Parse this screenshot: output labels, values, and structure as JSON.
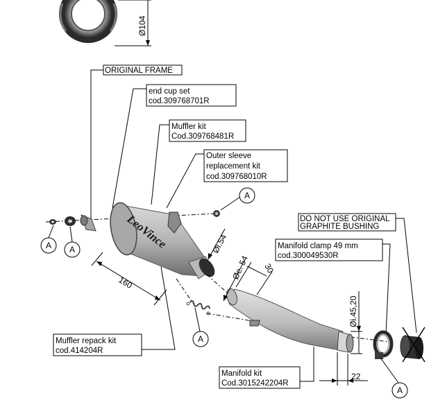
{
  "labels": {
    "original_frame": "ORIGINAL FRAME",
    "end_cup_name": "end cup set",
    "end_cup_code": "cod.309768701R",
    "muffler_kit_name": "Muffler kit",
    "muffler_kit_code": "Cod.309768481R",
    "outer_sleeve_line1": "Outer sleeve",
    "outer_sleeve_line2": "replacement kit",
    "outer_sleeve_code": "cod.309768010R",
    "do_not_use_line1": "DO NOT USE ORIGINAL",
    "do_not_use_line2": "GRAPHITE BUSHING",
    "manifold_clamp_name": "Manifold clamp 49 mm",
    "manifold_clamp_code": "cod.300049530R",
    "repack_name": "Muffler repack kit",
    "repack_code": "cod.414204R",
    "manifold_kit_name": "Manifold kit",
    "manifold_kit_code": "Cod.3015242204R"
  },
  "dimensions": {
    "end_cap_diameter": "Ø104",
    "muffler_length": "160",
    "outlet_inner_diameter": "Øi.54",
    "inlet_outer_diameter": "Øe. 54",
    "inlet_length": "30",
    "manifold_inner_diameter": "Øi.45,20",
    "manifold_end_length": "22"
  },
  "markers": {
    "detail_marker": "A"
  },
  "brand": {
    "logo_text": "LeoVince"
  },
  "colors": {
    "metal_light": "#c9c9c9",
    "metal_mid": "#9e9e9e",
    "metal_dark": "#3a3a3a",
    "line": "#000000"
  }
}
